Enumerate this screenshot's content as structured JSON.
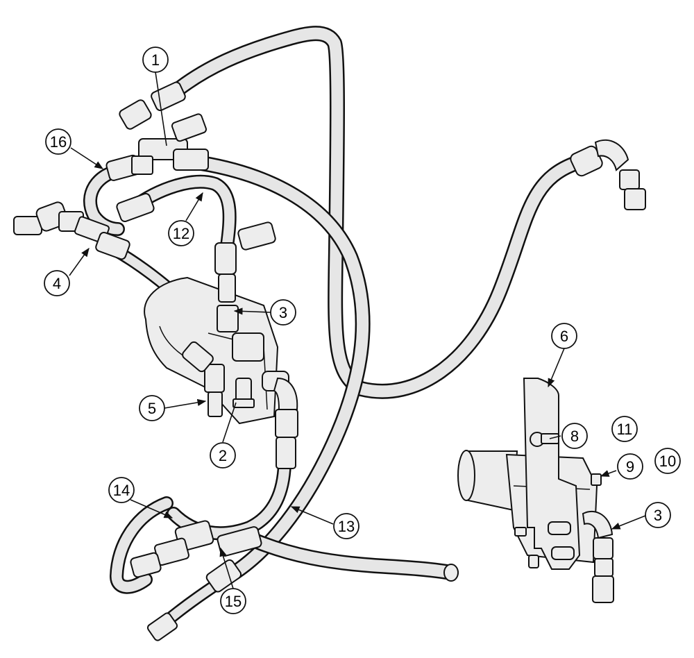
{
  "callouts": [
    {
      "label": "1"
    },
    {
      "label": "16"
    },
    {
      "label": "12"
    },
    {
      "label": "4"
    },
    {
      "label": "3"
    },
    {
      "label": "5"
    },
    {
      "label": "2"
    },
    {
      "label": "14"
    },
    {
      "label": "13"
    },
    {
      "label": "15"
    },
    {
      "label": "6"
    },
    {
      "label": "8"
    },
    {
      "label": "11"
    },
    {
      "label": "9"
    },
    {
      "label": "10"
    },
    {
      "label": "3"
    }
  ]
}
